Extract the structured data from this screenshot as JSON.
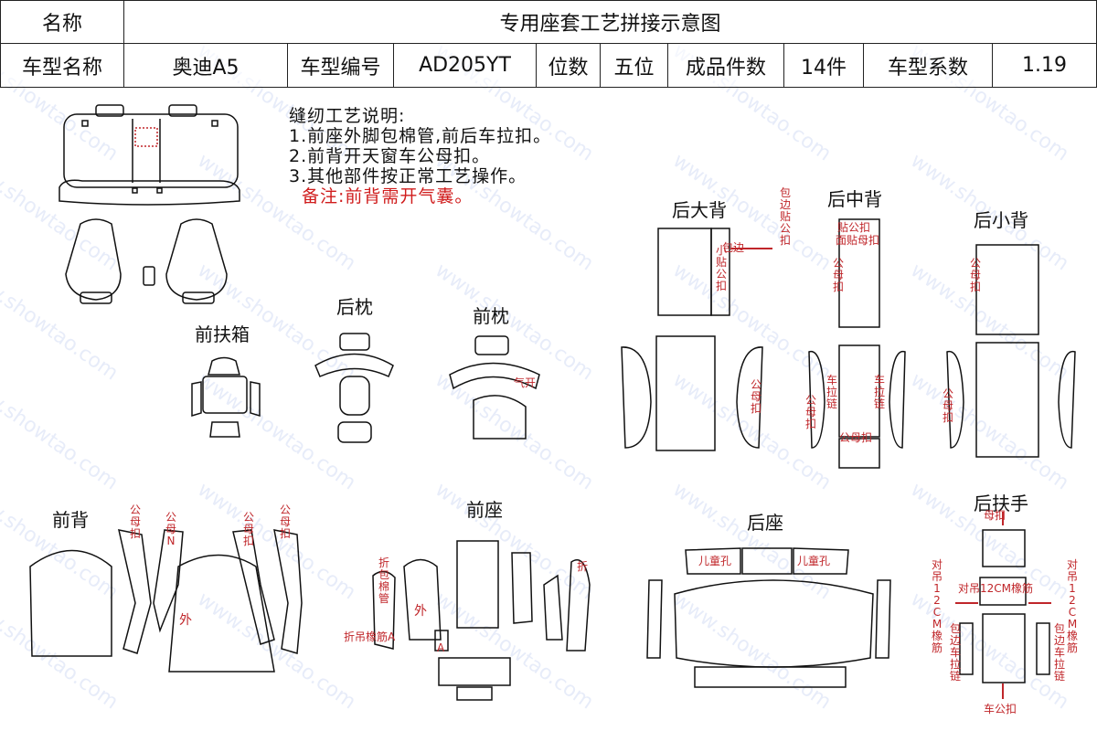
{
  "header": {
    "row1": {
      "name_label": "名称",
      "title": "专用座套工艺拼接示意图"
    },
    "row2": {
      "model_name_label": "车型名称",
      "model_name": "奥迪A5",
      "model_code_label": "车型编号",
      "model_code": "AD205YT",
      "seats_label": "位数",
      "seats": "五位",
      "pieces_label": "成品件数",
      "pieces": "14件",
      "coef_label": "车型系数",
      "coef": "1.19"
    }
  },
  "notes": {
    "title": "缝纫工艺说明:",
    "items": [
      "1.前座外脚包棉管,前后车拉扣。",
      "2.前背开天窗车公母扣。",
      "3.其他部件按正常工艺操作。"
    ],
    "remark": "备注:前背需开气囊。"
  },
  "sections": {
    "front_armbox": "前扶箱",
    "rear_pillow": "后枕",
    "front_pillow": "前枕",
    "rear_big_back": "后大背",
    "rear_mid_back": "后中背",
    "rear_small_back": "后小背",
    "front_back": "前背",
    "front_seat": "前座",
    "rear_seat": "后座",
    "rear_armrest": "后扶手"
  },
  "annotations": {
    "wrap_edge_snap": "包边贴公扣",
    "wrap_small": "包边",
    "snap_small": "小贴公扣",
    "female_snap": "公母扣",
    "female_snap_a": "公母扣",
    "male_snap_n": "公母N",
    "car_zipper": "车拉链",
    "male_snap": "公母扣",
    "air_open": "气开",
    "fold_tube": "折包棉管",
    "fold_hang": "折吊橡筋A",
    "wai": "外",
    "a_mark": "A",
    "fold_short": "折",
    "child_hole": "儿童孔",
    "pair_hang": "对吊12CM橡筋",
    "edge_zipper": "包边车拉链",
    "car_male_snap": "车公扣",
    "post_mid_top": "贴公扣",
    "post_mid_top2": "面贴母扣",
    "female_male": "公母扣",
    "mother_snap": "母扣"
  },
  "watermark": "www.showtao.com"
}
